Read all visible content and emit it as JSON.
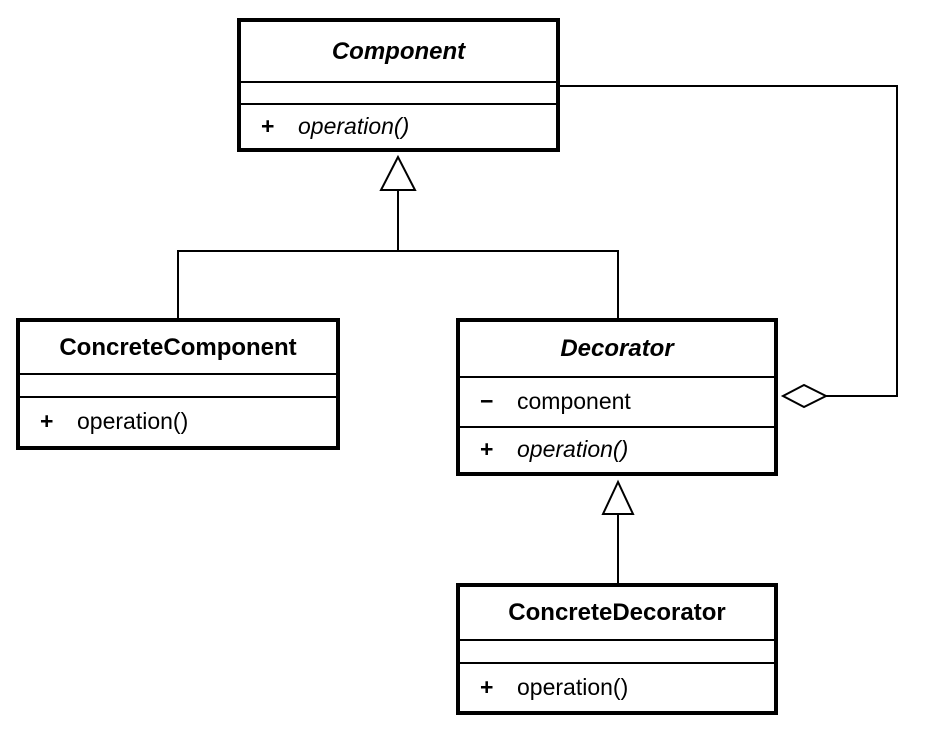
{
  "diagram": {
    "kind": "uml-class-diagram",
    "pattern": "Decorator"
  },
  "classes": {
    "component": {
      "name": "Component",
      "abstract": true,
      "method_visibility": "+",
      "method_name": "operation()"
    },
    "concrete_component": {
      "name": "ConcreteComponent",
      "abstract": false,
      "method_visibility": "+",
      "method_name": "operation()"
    },
    "decorator": {
      "name": "Decorator",
      "abstract": true,
      "attribute_visibility": "−",
      "attribute_name": "component",
      "method_visibility": "+",
      "method_name": "operation()"
    },
    "concrete_decorator": {
      "name": "ConcreteDecorator",
      "abstract": false,
      "method_visibility": "+",
      "method_name": "operation()"
    }
  },
  "relationships": [
    {
      "type": "generalization",
      "from": "ConcreteComponent",
      "to": "Component"
    },
    {
      "type": "generalization",
      "from": "Decorator",
      "to": "Component"
    },
    {
      "type": "generalization",
      "from": "ConcreteDecorator",
      "to": "Decorator"
    },
    {
      "type": "aggregation",
      "from": "Decorator",
      "to": "Component"
    }
  ],
  "colors": {
    "line": "#000000",
    "background": "#ffffff",
    "shape_fill": "#ffffff"
  }
}
